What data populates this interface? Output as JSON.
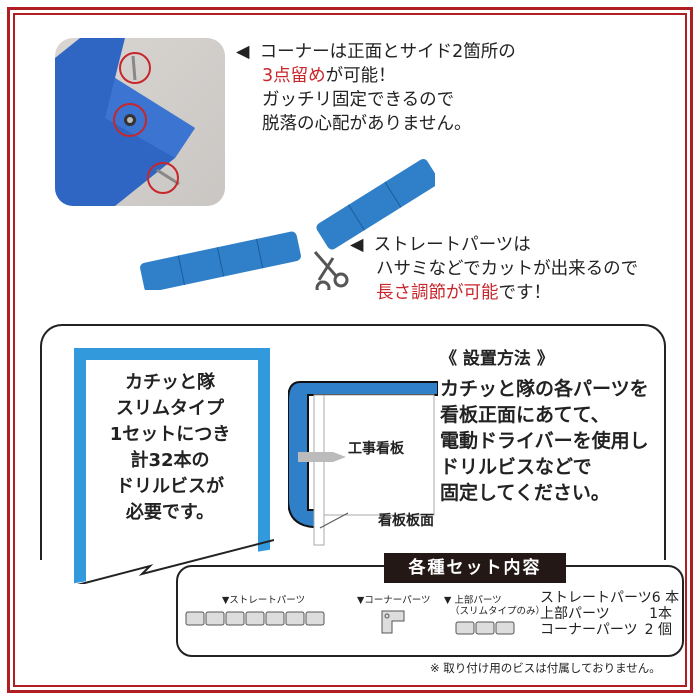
{
  "colors": {
    "frame": "#b01e23",
    "accent_red": "#c8262b",
    "product_blue": "#2f80c8",
    "title_bar": "#231815"
  },
  "top_section": {
    "corner_note": {
      "pointer": "◀",
      "line1": "コーナーは正面とサイド2箇所の",
      "line2_red": "3点留め",
      "line2_rest": "が可能！",
      "line3": "ガッチリ固定できるので",
      "line4": "脱落の心配がありません。"
    },
    "straight_note": {
      "pointer": "◀",
      "line1": "ストレートパーツは",
      "line2": "ハサミなどでカットが出来るので",
      "line3_red": "長さ調節が可能",
      "line3_rest": "です！"
    }
  },
  "install": {
    "wall_text": [
      "カチッと隊",
      "スリムタイプ",
      "1セットにつき",
      "計32本の",
      "ドリルビスが",
      "必要です。"
    ],
    "diagram_label_board": "工事看板",
    "diagram_label_surface": "看板板面",
    "method_title": "《 設置方法 》",
    "method_lines": [
      "カチッと隊の各パーツを",
      "看板正面にあてて、",
      "電動ドライバーを使用し",
      "ドリルビスなどで",
      "固定してください。"
    ]
  },
  "set_contents": {
    "title": "各種セット内容",
    "labels": {
      "straight": "▼ストレートパーツ",
      "corner": "▼コーナーパーツ",
      "top": "▼ 上部パーツ",
      "top_sub": "（スリムタイプのみ）"
    },
    "counts": [
      {
        "name": "ストレートパーツ",
        "qty": "6 本"
      },
      {
        "name": "上部パーツ",
        "qty": "1本"
      },
      {
        "name": "コーナーパーツ",
        "qty": "2 個"
      }
    ],
    "footnote": "※ 取り付け用のビスは付属しておりません。"
  }
}
